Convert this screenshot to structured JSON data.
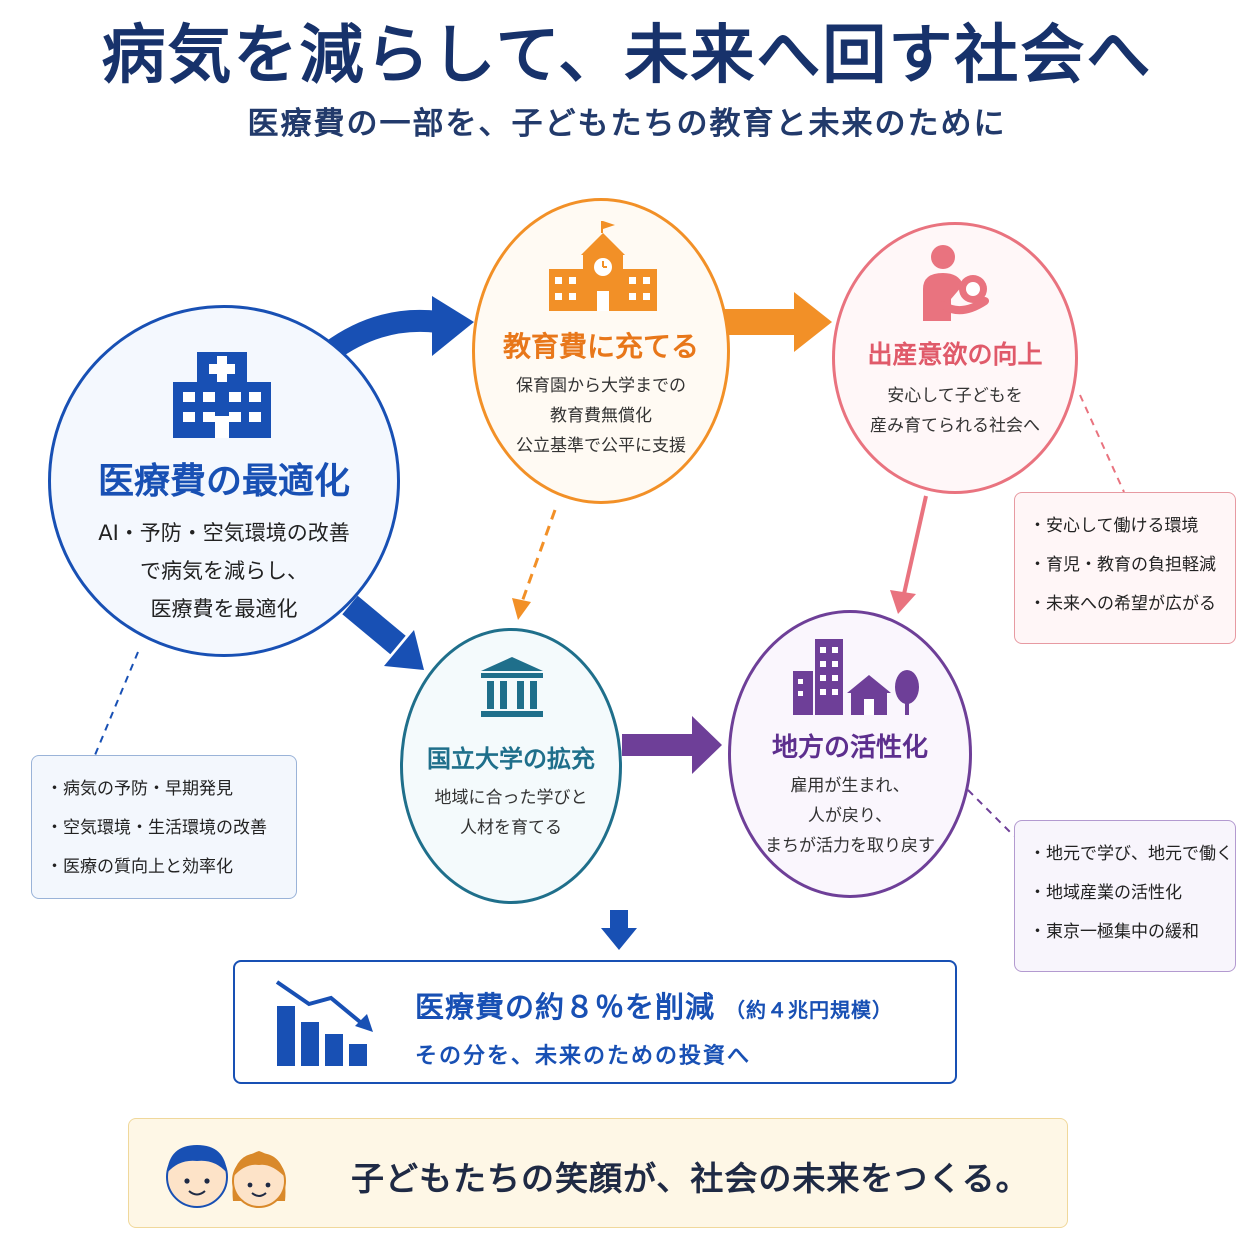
{
  "header": {
    "title": "病気を減らして、未来へ回す社会へ",
    "subtitle": "医療費の一部を、子どもたちの教育と未来のために"
  },
  "nodes": {
    "medical": {
      "title": "医療費の最適化",
      "lines": [
        "AI・予防・空気環境の改善",
        "で病気を減らし、",
        "医療費を最適化"
      ],
      "icon": "hospital-icon",
      "color": "#1850b4"
    },
    "education": {
      "title": "教育費に充てる",
      "lines": [
        "保育園から大学までの",
        "教育費無償化",
        "公立基準で公平に支援"
      ],
      "icon": "school-icon",
      "color": "#f29027"
    },
    "birth": {
      "title": "出産意欲の向上",
      "lines": [
        "安心して子どもを",
        "産み育てられる社会へ"
      ],
      "icon": "parent-child-icon",
      "color": "#e9737f"
    },
    "university": {
      "title": "国立大学の拡充",
      "lines": [
        "地域に合った学びと",
        "人材を育てる"
      ],
      "icon": "university-building-icon",
      "color": "#1f6f8b"
    },
    "region": {
      "title": "地方の活性化",
      "lines": [
        "雇用が生まれ、",
        "人が戻り、",
        "まちが活力を取り戻す"
      ],
      "icon": "town-icon",
      "color": "#6e3f98"
    }
  },
  "notes": {
    "medical": [
      "・病気の予防・早期発見",
      "・空気環境・生活環境の改善",
      "・医療の質向上と効率化"
    ],
    "birth": [
      "・安心して働ける環境",
      "・育児・教育の負担軽減",
      "・未来への希望が広がる"
    ],
    "region": [
      "・地元で学び、地元で働く",
      "・地域産業の活性化",
      "・東京一極集中の緩和"
    ]
  },
  "result": {
    "title": "医療費の約８％を削減",
    "note": "（約４兆円規模）",
    "sub": "その分を、未来のための投資へ",
    "icon": "declining-bar-chart-icon"
  },
  "footer": {
    "text": "子どもたちの笑顔が、社会の未来をつくる。",
    "icon": "children-faces-icon"
  }
}
